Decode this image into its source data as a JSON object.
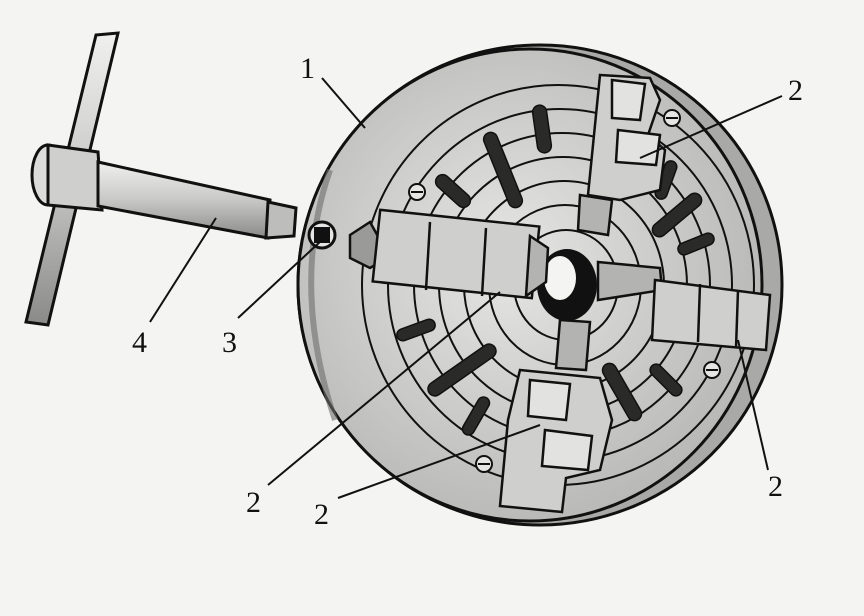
{
  "labels": {
    "chuck_body": "1",
    "jaw": "2",
    "socket": "3",
    "wrench": "4"
  },
  "colors": {
    "paper": "#f4f4f2",
    "ink": "#111111",
    "metal_light": "#d8d8d6",
    "metal_mid": "#bdbdbb",
    "metal_dark": "#8a8a88"
  }
}
